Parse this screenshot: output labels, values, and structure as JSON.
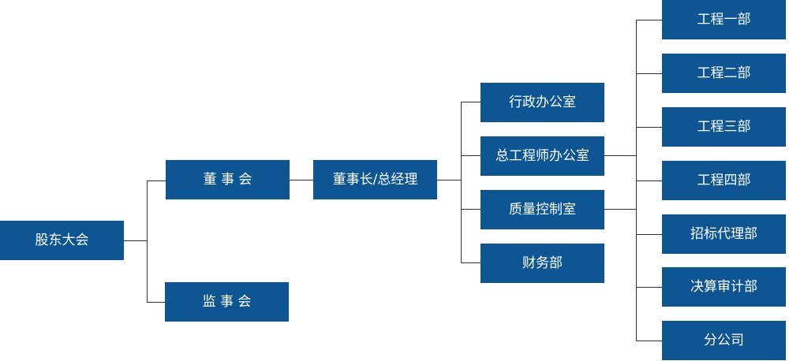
{
  "colors": {
    "node_fill": "#0e5593",
    "node_text": "#ffffff",
    "connector": "#333333"
  },
  "org_chart": {
    "root": "股东大会",
    "board": "董 事 会",
    "supervisors": "监 事 会",
    "chairman": "董事长/总经理",
    "offices": [
      "行政办公室",
      "总工程师办公室",
      "质量控制室",
      "财务部"
    ],
    "departments": [
      "工程一部",
      "工程二部",
      "工程三部",
      "工程四部",
      "招标代理部",
      "决算审计部",
      "分公司"
    ]
  }
}
